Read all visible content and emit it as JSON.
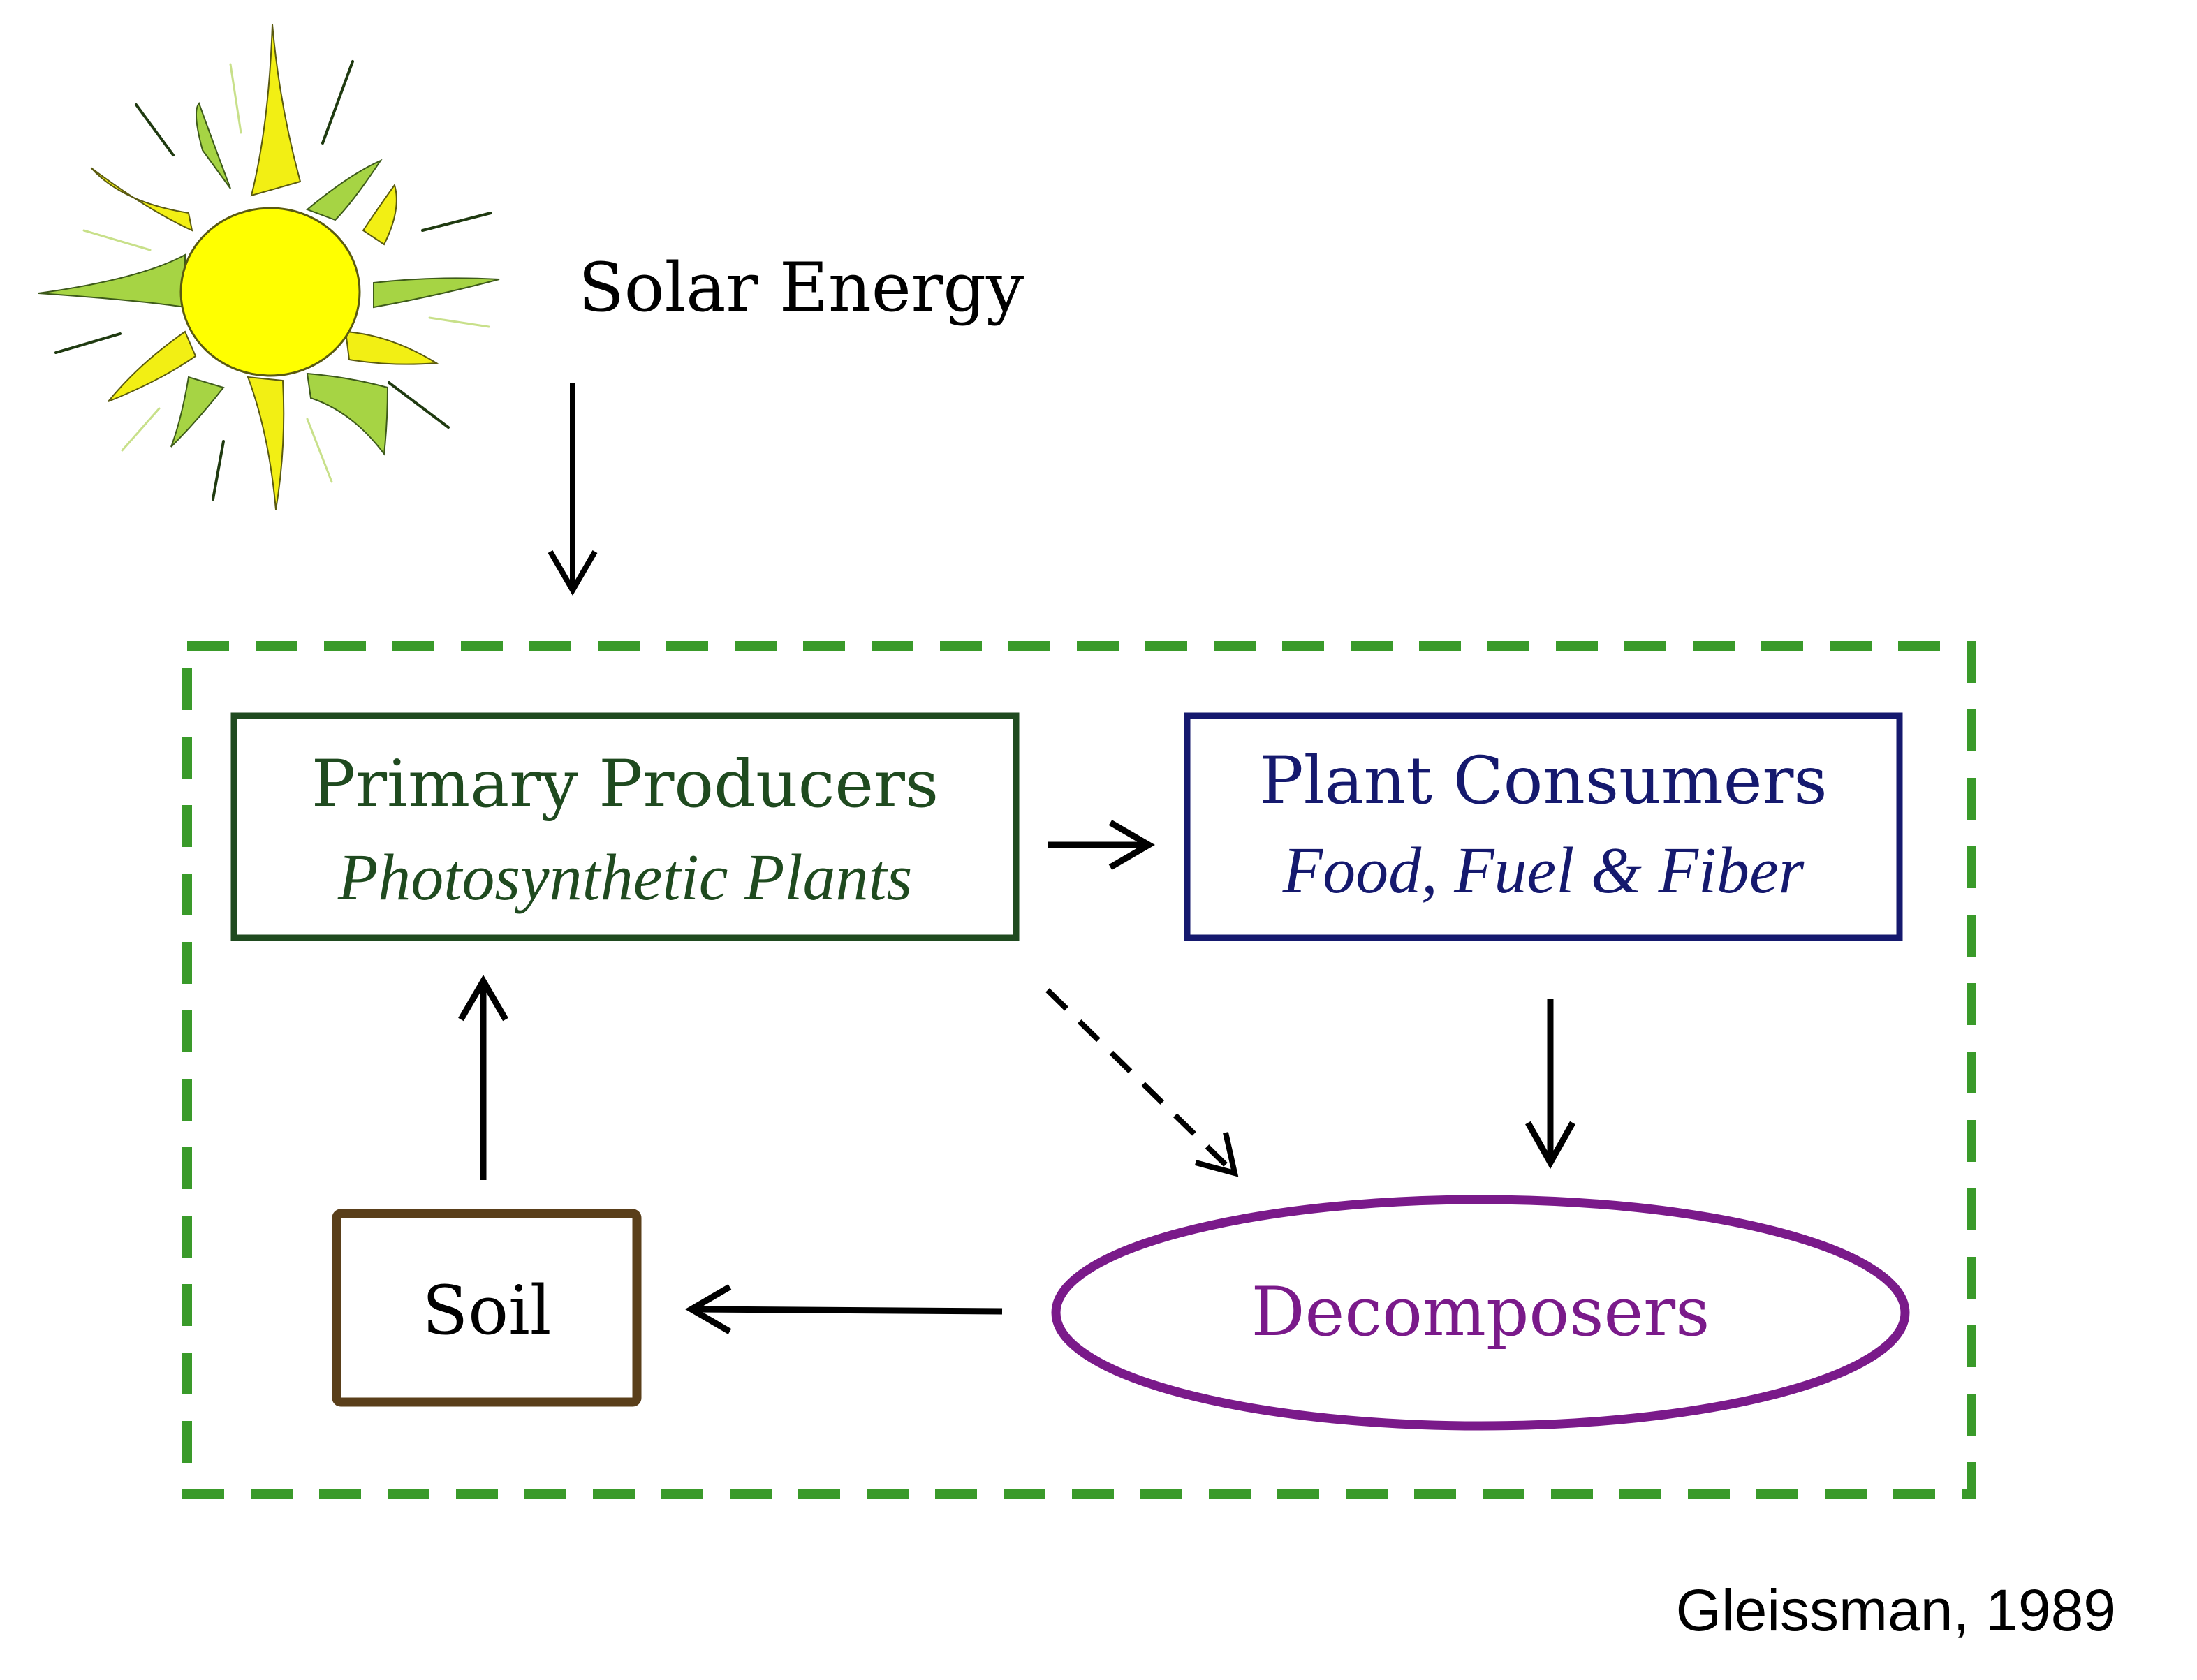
{
  "labels": {
    "solar_energy": "Solar Energy",
    "attribution": "Gleissman, 1989"
  },
  "nodes": {
    "primary_producers": {
      "title": "Primary Producers",
      "subtitle": "Photosynthetic Plants"
    },
    "plant_consumers": {
      "title": "Plant Consumers",
      "subtitle": "Food, Fuel & Fiber"
    },
    "decomposers": {
      "title": "Decomposers"
    },
    "soil": {
      "title": "Soil"
    }
  },
  "colors": {
    "boundary": "#3a9a2a",
    "primary_producers": "#1f4a1f",
    "plant_consumers": "#15196e",
    "decomposers": "#7a1a8a",
    "soil": "#5a3f1a",
    "sun_core": "#ffff00",
    "sun_rays_yellow": "#f2ef14",
    "sun_rays_green": "#a6d444",
    "arrow": "#000000"
  },
  "icons": [
    "sun-icon"
  ]
}
